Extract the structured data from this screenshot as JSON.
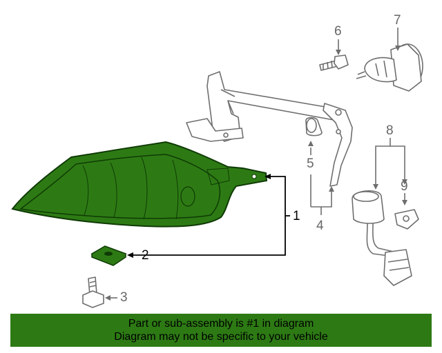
{
  "colors": {
    "highlight": "#2d7a14",
    "highlight_stroke": "#0f3a05",
    "line_dark": "#000000",
    "line_gray": "#6e6e6e",
    "text_gray": "#666666",
    "banner_bg": "#2d7a14"
  },
  "callouts": [
    {
      "id": "c1",
      "label": "1",
      "tone": "black"
    },
    {
      "id": "c2",
      "label": "2",
      "tone": "black"
    },
    {
      "id": "c3",
      "label": "3",
      "tone": "gray"
    },
    {
      "id": "c4",
      "label": "4",
      "tone": "gray"
    },
    {
      "id": "c5",
      "label": "5",
      "tone": "gray"
    },
    {
      "id": "c6",
      "label": "6",
      "tone": "gray"
    },
    {
      "id": "c7",
      "label": "7",
      "tone": "gray"
    },
    {
      "id": "c8",
      "label": "8",
      "tone": "gray"
    },
    {
      "id": "c9",
      "label": "9",
      "tone": "gray"
    }
  ],
  "banner": {
    "line1": "Part or sub-assembly is #1 in diagram",
    "line2": "Diagram may not be specific to your vehicle"
  }
}
